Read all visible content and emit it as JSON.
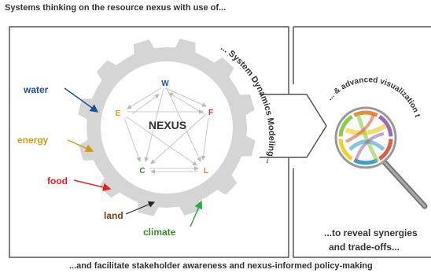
{
  "header": {
    "title": "Systems thinking on the resource nexus with use of..."
  },
  "footer": {
    "text": "...and facilitate stakeholder awareness and nexus-informed policy-making"
  },
  "gear": {
    "center_label": "NEXUS",
    "nodes": [
      {
        "id": "W",
        "color": "#1f4e9c"
      },
      {
        "id": "F",
        "color": "#e32222"
      },
      {
        "id": "L",
        "color": "#d4821f"
      },
      {
        "id": "C",
        "color": "#3d8a2d"
      },
      {
        "id": "E",
        "color": "#d49a12"
      }
    ]
  },
  "resources": [
    {
      "label": "water",
      "color": "#1f4e9c"
    },
    {
      "label": "energy",
      "color": "#d49a12"
    },
    {
      "label": "food",
      "color": "#e32222"
    },
    {
      "label": "land",
      "color": "#7a3a12"
    },
    {
      "label": "climate",
      "color": "#3d8a2d"
    }
  ],
  "arc_labels": {
    "sdm": "... System Dynamics Modeling...",
    "viz": "... & advanced visualization tools"
  },
  "right_panel": {
    "line1": "...to reveal synergies",
    "line2": "and trade-offs..."
  },
  "colors": {
    "gear": "#d5d5d5",
    "panel_border": "#555555",
    "chord_ring": [
      "#e35a4a",
      "#3aa0c8",
      "#f0d030",
      "#8ecb4a",
      "#e88a3a",
      "#9a6ab8"
    ]
  }
}
